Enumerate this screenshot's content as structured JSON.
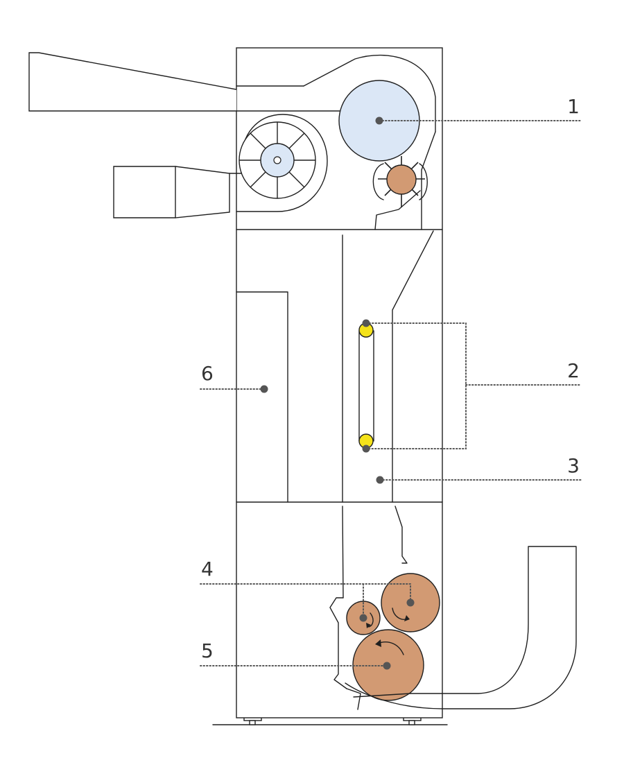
{
  "colors": {
    "outline": "#1f1f1f",
    "blue_fill": "#dbe7f6",
    "copper_fill": "#d29a73",
    "yellow_fill": "#f4e21a",
    "leader": "#555555"
  },
  "callouts": [
    {
      "id": "1",
      "label": "1"
    },
    {
      "id": "2",
      "label": "2"
    },
    {
      "id": "3",
      "label": "3"
    },
    {
      "id": "4",
      "label": "4"
    },
    {
      "id": "5",
      "label": "5"
    },
    {
      "id": "6",
      "label": "6"
    }
  ]
}
